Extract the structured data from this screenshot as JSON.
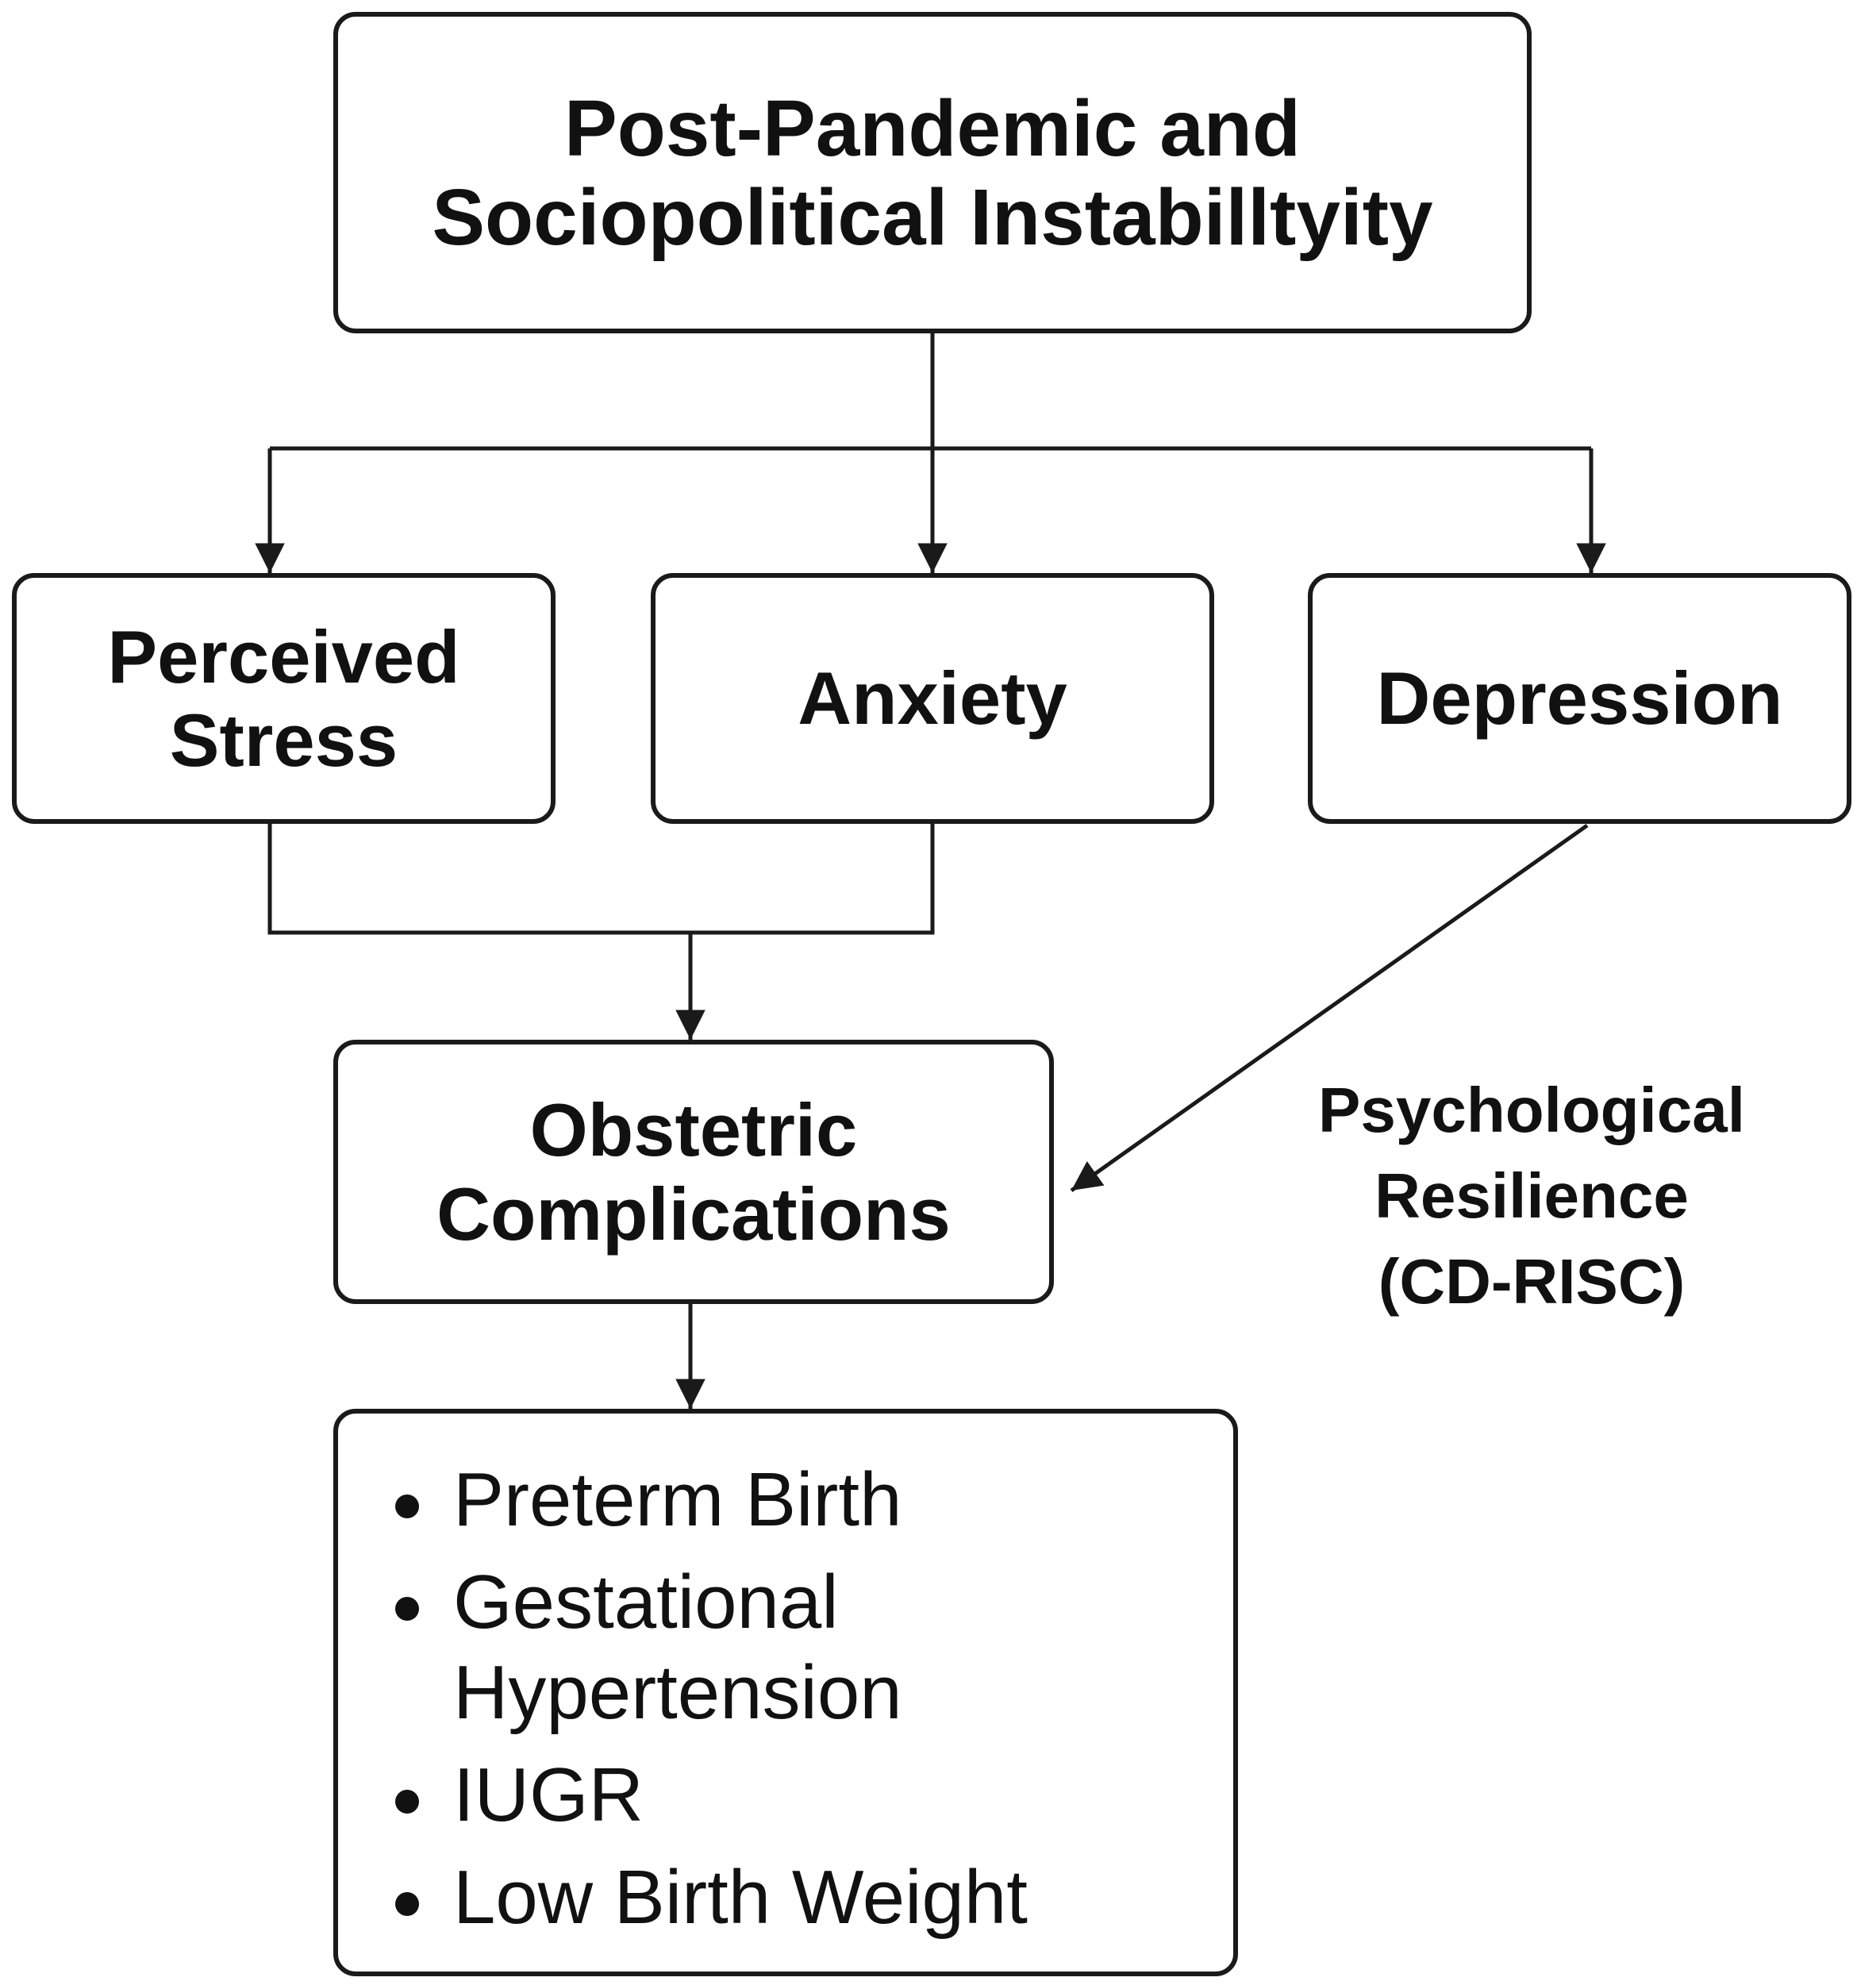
{
  "diagram": {
    "nodes": {
      "top": {
        "lines": [
          "Post-Pandemic and",
          "Sociopolitical Instabilltyity"
        ]
      },
      "perceived_stress": {
        "lines": [
          "Perceived",
          "Stress"
        ]
      },
      "anxiety": {
        "lines": [
          "Anxiety"
        ]
      },
      "depression": {
        "lines": [
          "Depression"
        ]
      },
      "obstetric": {
        "lines": [
          "Obstetric",
          "Complications"
        ]
      },
      "outcomes": {
        "items": [
          "Preterm Birth",
          "Gestational Hypertension",
          "IUGR",
          "Low Birth Weight"
        ]
      }
    },
    "moderator_label": {
      "lines": [
        "Psychological",
        "Resilience",
        "(CD-RISC)"
      ]
    },
    "edges": [
      {
        "from": "top",
        "to": "perceived_stress"
      },
      {
        "from": "top",
        "to": "anxiety"
      },
      {
        "from": "top",
        "to": "depression"
      },
      {
        "from": "perceived_stress",
        "to": "obstetric"
      },
      {
        "from": "anxiety",
        "to": "obstetric"
      },
      {
        "from": "depression",
        "to": "obstetric"
      },
      {
        "from": "obstetric",
        "to": "outcomes"
      }
    ]
  }
}
